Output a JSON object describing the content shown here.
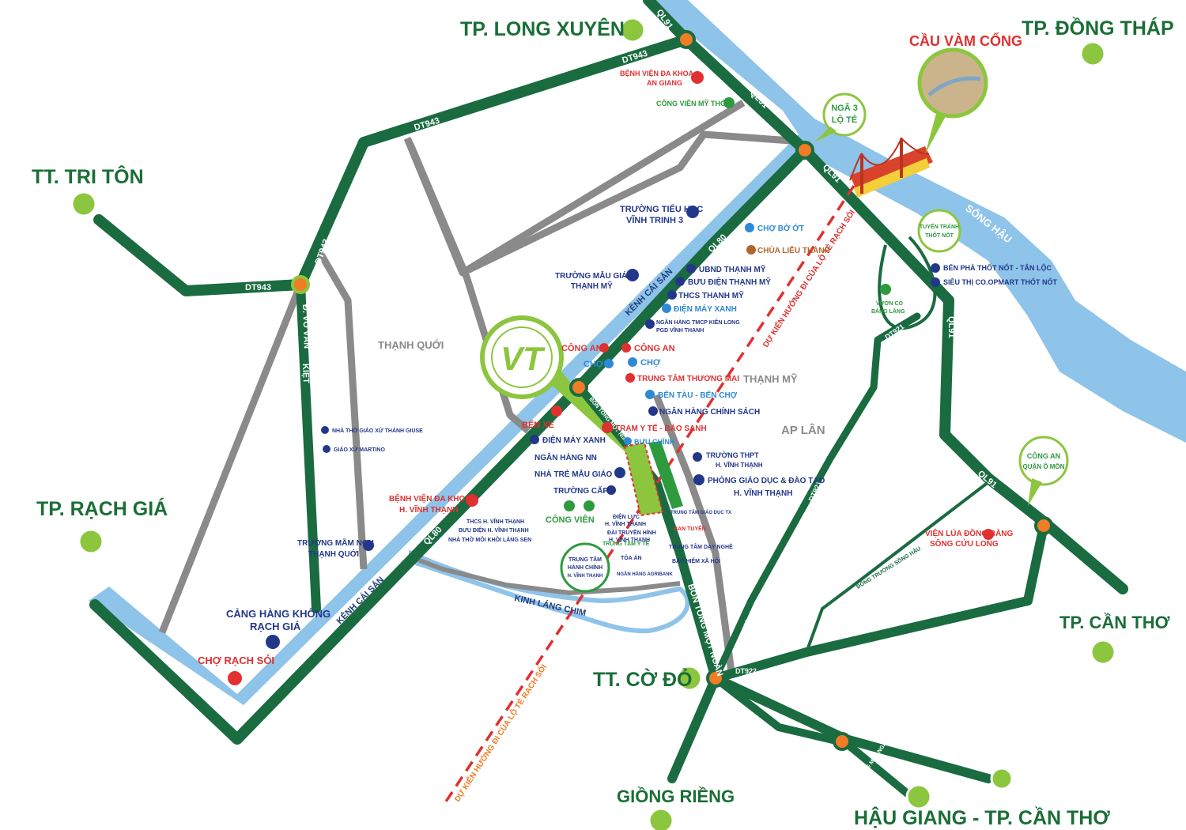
{
  "cities": {
    "long_xuyen": "TP. LONG XUYÊN",
    "dong_thap": "TP. ĐỒNG THÁP",
    "tri_ton": "TT. TRI TÔN",
    "rach_gia": "TP. RẠCH GIÁ",
    "can_tho": "TP. CẦN THƠ",
    "co_do": "TT. CỜ ĐỎ",
    "giong_rieng": "GIỒNG RIỀNG",
    "hau_giang": "HẬU GIANG - TP. CẦN THƠ"
  },
  "landmarks": {
    "cau_vam_cong": "CẦU VÀM CỐNG",
    "nga3_line1": "NGÃ 3",
    "nga3_line2": "LỘ TẺ",
    "tuyen_tranh_1": "TUYẾN TRÁNH",
    "tuyen_tranh_2": "THỐT NỐT",
    "cong_an_omon_1": "CÔNG AN",
    "cong_an_omon_2": "QUẬN Ô MÔN",
    "trung_tam_1": "TRUNG TÂM",
    "trung_tam_2": "HÀNH CHÍNH",
    "trung_tam_3": "H. VĨNH THẠNH",
    "logo": "VT"
  },
  "roads": {
    "ql91": "QL91",
    "dt943": "DT943",
    "ql80": "QL80",
    "dt921": "DT921",
    "dt922": "DT922",
    "vo_van_kiet_1": "Đ. VÕ VĂN",
    "vo_van_kiet_2": "KIỆT",
    "kenh_cai_san": "KÊNH CÁI SẮN",
    "bon_tong": "BỐN TỔNG MỘT NGÀN",
    "kinh_lang_chiem": "KINH LÁNG CHIM",
    "song_hau": "SÔNG HẬU",
    "dong_truong": "ĐÔNG TRƯỜNG SÔNG HẬU",
    "project_line": "DỰ KIẾN HƯỚNG ĐI CỦA LỘ TẺ RẠCH SỎI"
  },
  "areas": {
    "thanh_quoi": "THẠNH QUỚI",
    "thanh_my": "THẠNH MỸ",
    "ap_lan": "AP LÂN"
  },
  "pois": {
    "bv_an_giang_1": "BỆNH VIỆN ĐA KHOA",
    "bv_an_giang_2": "AN GIANG",
    "cong_vien_my_thoi": "CÔNG VIÊN MỸ THỚI",
    "tieu_hoc_1": "TRƯỜNG TIỂU HỌC",
    "tieu_hoc_2": "VĨNH TRINH 3",
    "cho_bo_ot": "CHỢ BỜ ỚT",
    "chua_lieu_thanh": "CHÙA LIỄU THÀNH",
    "ubnd_thanh_my": "UBND THẠNH MỸ",
    "buu_dien_thanh_my": "BƯU ĐIỆN THẠNH MỸ",
    "thcs_thanh_my": "THCS THẠNH MỸ",
    "dien_may_xanh_1": "ĐIỆN MÁY XANH",
    "ngan_hang_kien_long_1": "NGÂN HÀNG TMCP KIÊN LONG",
    "ngan_hang_kien_long_2": "PGD VĨNH THẠNH",
    "mau_giao_thanh_my_1": "TRƯỜNG MẪU GIÁO",
    "mau_giao_thanh_my_2": "THẠNH MỸ",
    "cong_an_1": "CÔNG AN",
    "cong_an_2": "CÔNG AN",
    "cho_1": "CHỢ",
    "cho_2": "CHỢ",
    "trung_tam_thuong_mai": "TRUNG TÂM THƯƠNG MẠI",
    "ben_tau": "BẾN TÀU - BẾN CHỢ",
    "ngan_hang_chinh_sach": "NGÂN HÀNG CHÍNH SÁCH",
    "tram_y_te": "TRẠM Y TẾ - BẢO SANH",
    "buu_chinh": "BƯU CHÍNH",
    "ben_xe": "BẾN XE",
    "dien_may_xanh_2": "ĐIỆN MÁY XANH",
    "ngan_hang_nn": "NGÂN HÀNG NN",
    "nha_tre": "NHÀ TRẺ MẪU GIÁO",
    "truong_cap_1": "TRƯỜNG CẤP 1",
    "cong_vien": "CÔNG VIÊN",
    "thpt_1": "TRƯỜNG THPT",
    "thpt_2": "H. VĨNH THẠNH",
    "phong_gd_1": "PHÒNG GIÁO DỤC & ĐÀO TẠO",
    "phong_gd_2": "H. VĨNH THẠNH",
    "bv_vinh_thanh_1": "BỆNH VIỆN ĐA KHOA",
    "bv_vinh_thanh_2": "H. VĨNH THẠNH",
    "thcs_vinh_thanh": "THCS H. VĨNH THẠNH",
    "buu_dien_vinh_thanh": "BƯU ĐIỆN H. VĨNH THẠNH",
    "nha_tho_lang_sen": "NHÀ THỜ MÔI KHÔI LÁNG SEN",
    "nha_tho_giuse": "NHÀ THỜ GIÁO XỨ THÁNH GIUSE",
    "giao_xu_martino": "GIÁO XỨ MARTINO",
    "mam_non_1": "TRƯỜNG MẦM NON",
    "mam_non_2": "THẠNH QUỚI",
    "cang_hang_khong_1": "CẢNG HÀNG KHÔNG",
    "cang_hang_khong_2": "RẠCH GIÁ",
    "cho_rach_soi": "CHỢ RẠCH SỎI",
    "ben_pha": "BẾN PHÀ THỐT NỐT - TÂN LỘC",
    "coopmart": "SIÊU THỊ CO.OPMART THỐT NỐT",
    "vuon_co_1": "VƯỜN CÒ",
    "vuon_co_2": "BẰNG LĂNG",
    "vien_lua_1": "VIỆN LÚA ĐỒNG BẰNG",
    "vien_lua_2": "SÔNG CỬU LONG",
    "dien_luc": "ĐIỆN LỰC",
    "dai_truyen_hinh": "ĐÀI TRUYỀN HÌNH",
    "trung_tam_y_te": "TRUNG TÂM Y TẾ",
    "toa_an": "TÒA ÁN",
    "ngan_hang_agribank": "NGÂN HÀNG AGRIBANK",
    "trung_tam_gd": "TRUNG TÂM GIÁO DỤC TX",
    "ban_tuyen": "BAN TUYÊN",
    "trung_tam_day_nghe": "TRUNG TÂM DẠY NGHỀ",
    "bao_hiem": "BẢO HIỂM XÃ HỘI",
    "vinh_thanh_small": "H. VĨNH THẠNH"
  },
  "colors": {
    "road_green": "#1a6b40",
    "river": "#8ec3ea",
    "road_gray": "#8a8a8a",
    "lime": "#8cc63f",
    "orange": "#f07c26",
    "title_green": "#1a6e36",
    "red": "#e03030",
    "navy": "#23378a"
  }
}
